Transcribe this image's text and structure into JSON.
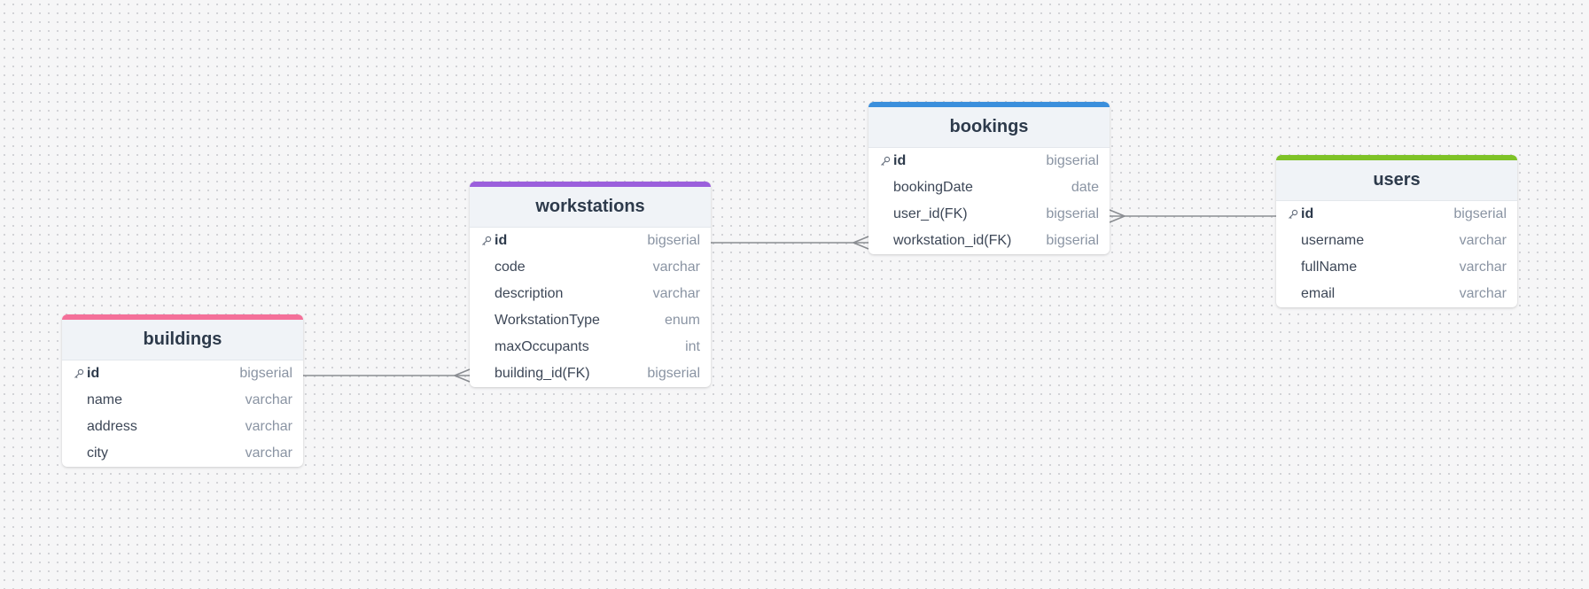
{
  "colors": {
    "buildings_accent": "#f47099",
    "workstations_accent": "#9b5fdc",
    "bookings_accent": "#3b8fdc",
    "users_accent": "#7ec226",
    "relation_line": "#8a8d92"
  },
  "tables": {
    "buildings": {
      "title": "buildings",
      "columns": [
        {
          "name": "id",
          "type": "bigserial",
          "pk": true
        },
        {
          "name": "name",
          "type": "varchar"
        },
        {
          "name": "address",
          "type": "varchar"
        },
        {
          "name": "city",
          "type": "varchar"
        }
      ]
    },
    "workstations": {
      "title": "workstations",
      "columns": [
        {
          "name": "id",
          "type": "bigserial",
          "pk": true
        },
        {
          "name": "code",
          "type": "varchar"
        },
        {
          "name": "description",
          "type": "varchar"
        },
        {
          "name": "WorkstationType",
          "type": "enum"
        },
        {
          "name": "maxOccupants",
          "type": "int"
        },
        {
          "name": "building_id(FK)",
          "type": "bigserial"
        }
      ]
    },
    "bookings": {
      "title": "bookings",
      "columns": [
        {
          "name": "id",
          "type": "bigserial",
          "pk": true
        },
        {
          "name": "bookingDate",
          "type": "date"
        },
        {
          "name": "user_id(FK)",
          "type": "bigserial"
        },
        {
          "name": "workstation_id(FK)",
          "type": "bigserial"
        }
      ]
    },
    "users": {
      "title": "users",
      "columns": [
        {
          "name": "id",
          "type": "bigserial",
          "pk": true
        },
        {
          "name": "username",
          "type": "varchar"
        },
        {
          "name": "fullName",
          "type": "varchar"
        },
        {
          "name": "email",
          "type": "varchar"
        }
      ]
    }
  },
  "relations": [
    {
      "from": "buildings.id",
      "to": "workstations.building_id(FK)",
      "cardinality": "one-to-many"
    },
    {
      "from": "workstations.id",
      "to": "bookings.workstation_id(FK)",
      "cardinality": "one-to-many"
    },
    {
      "from": "users.id",
      "to": "bookings.user_id(FK)",
      "cardinality": "one-to-many"
    }
  ]
}
